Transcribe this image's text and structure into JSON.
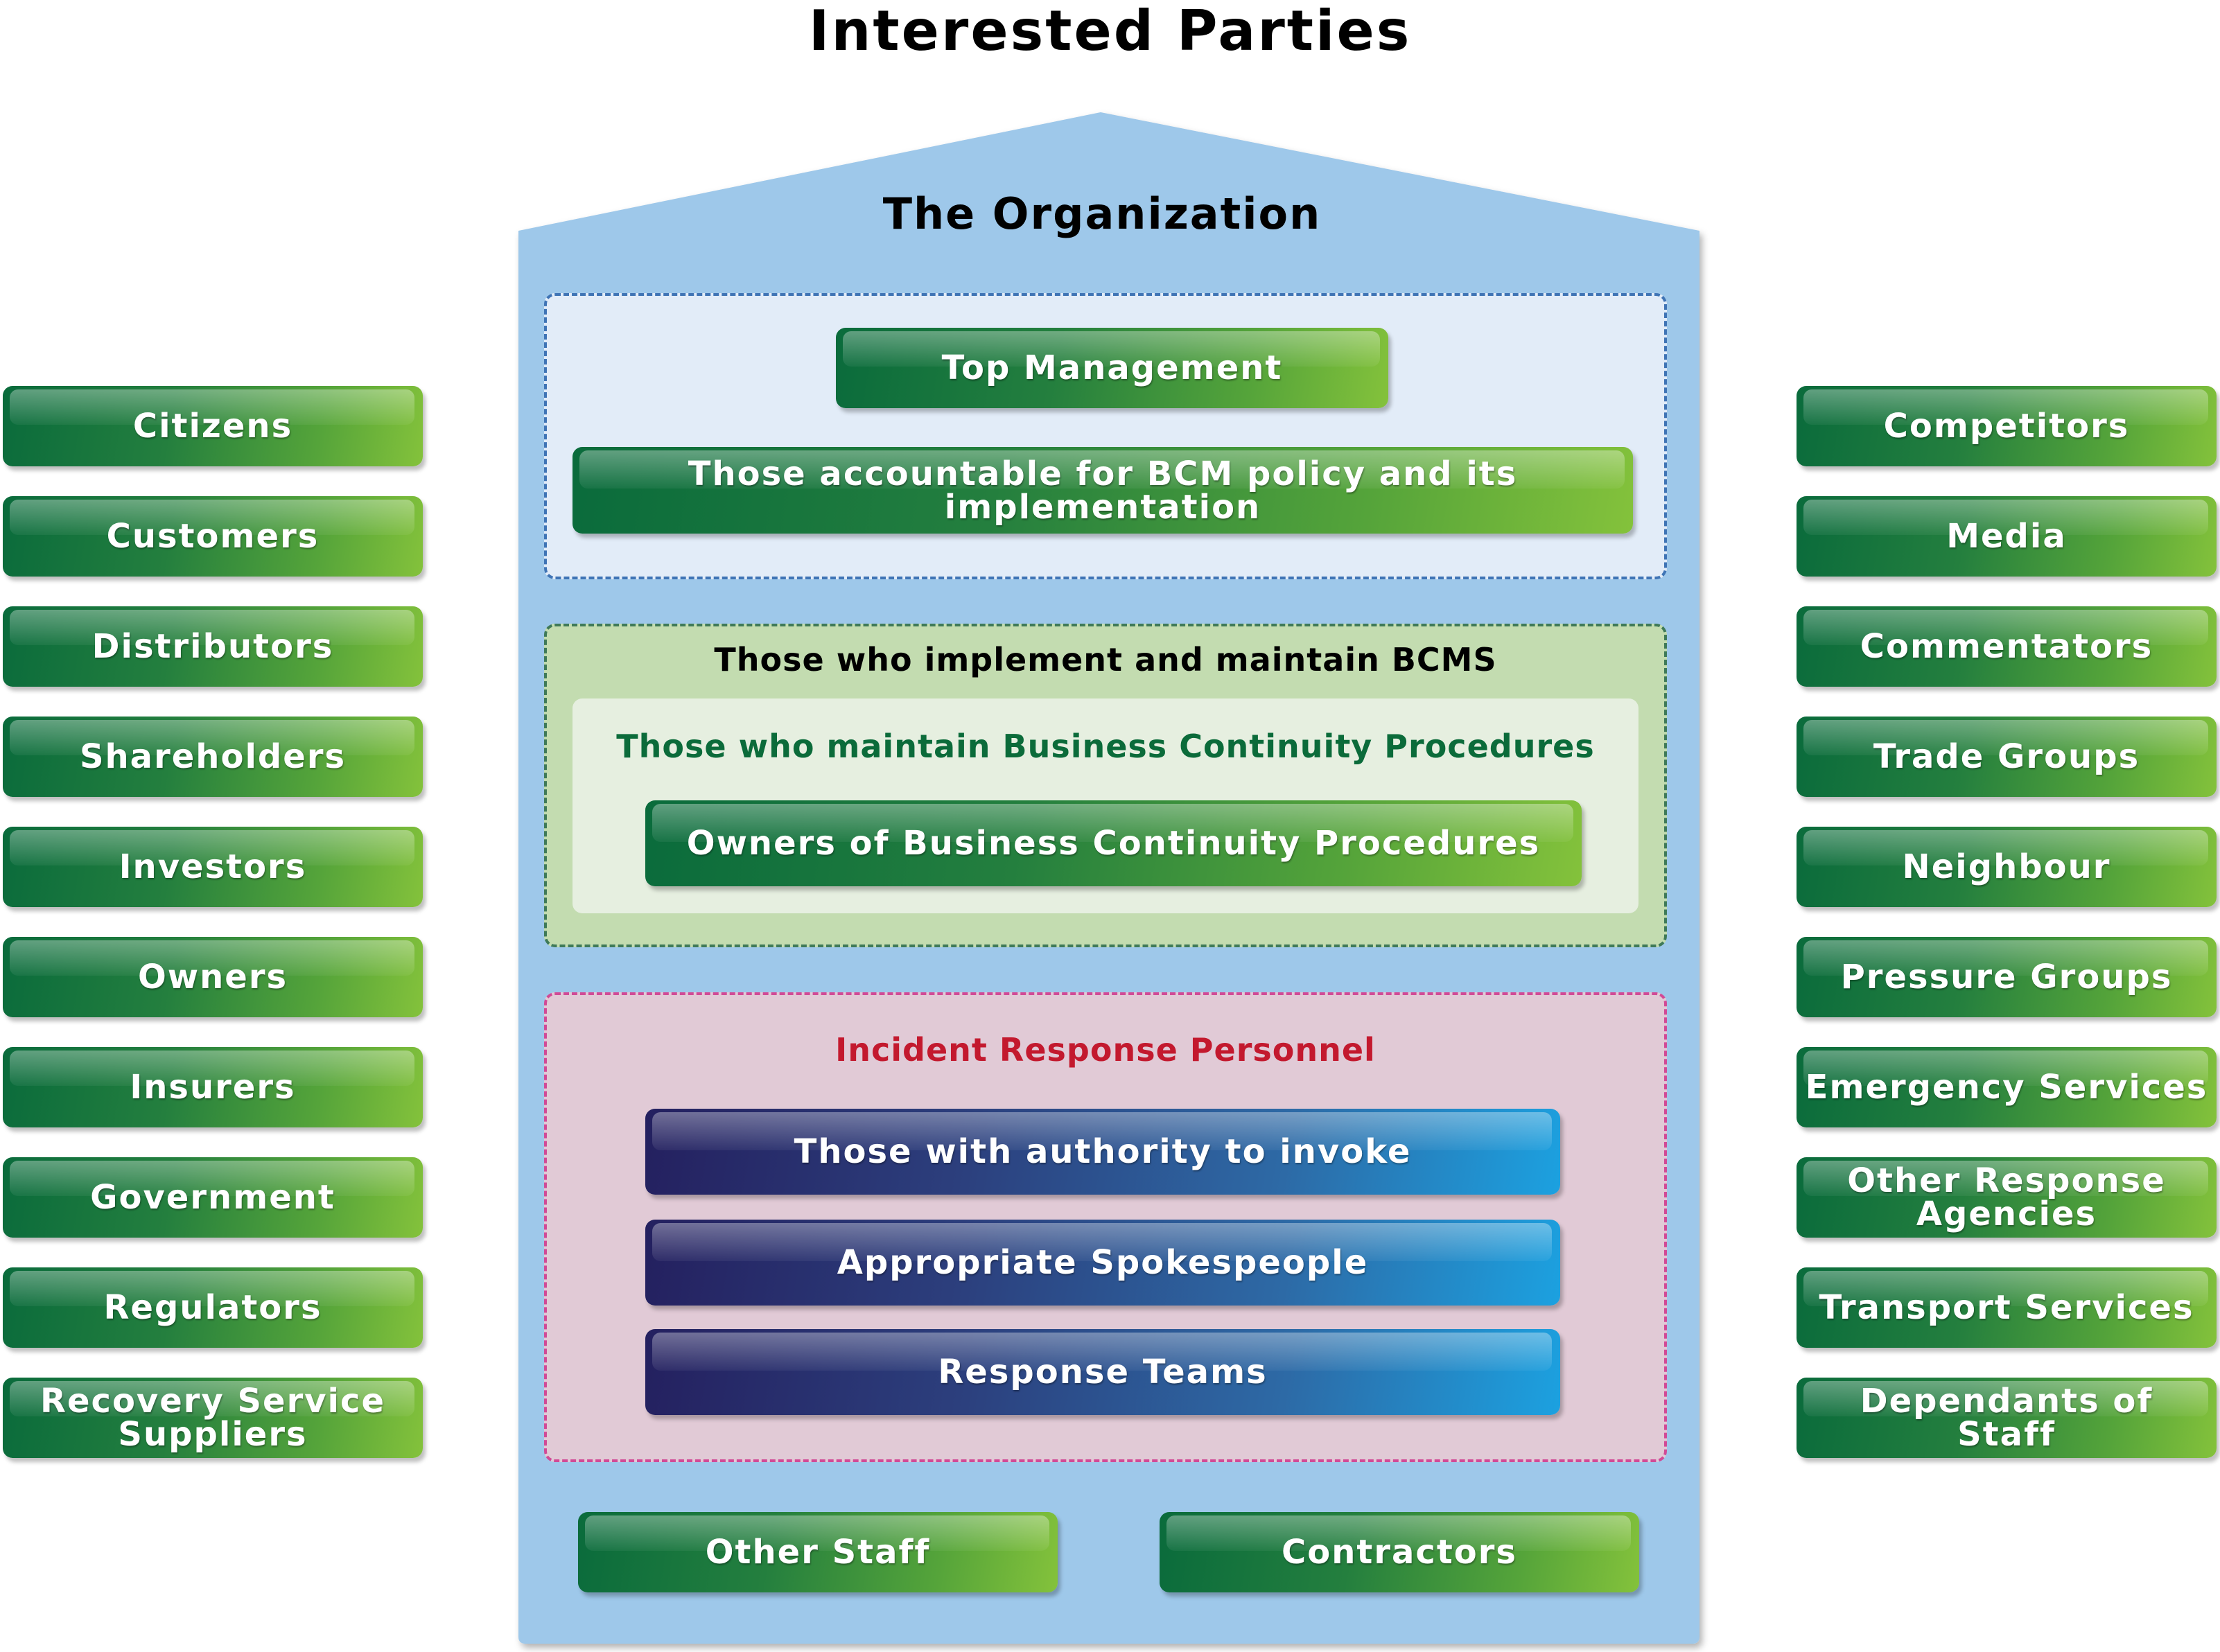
{
  "title": "Interested Parties",
  "organization": {
    "title": "The Organization",
    "top_zone": {
      "items": [
        "Top Management",
        "Those accountable for BCM policy and its implementation"
      ]
    },
    "bcms_zone": {
      "label": "Those who implement and maintain BCMS",
      "inner_label": "Those who maintain Business Continuity Procedures",
      "inner_item": "Owners of Business Continuity Procedures"
    },
    "incident_zone": {
      "label": "Incident Response Personnel",
      "items": [
        "Those with authority to invoke",
        "Appropriate Spokespeople",
        "Response Teams"
      ]
    },
    "bottom_items": [
      "Other Staff",
      "Contractors"
    ]
  },
  "left_parties": [
    "Citizens",
    "Customers",
    "Distributors",
    "Shareholders",
    "Investors",
    "Owners",
    "Insurers",
    "Government",
    "Regulators",
    "Recovery Service Suppliers"
  ],
  "right_parties": [
    "Competitors",
    "Media",
    "Commentators",
    "Trade Groups",
    "Neighbour",
    "Pressure Groups",
    "Emergency Services",
    "Other Response Agencies",
    "Transport Services",
    "Dependants of Staff"
  ],
  "colors": {
    "house": "#9ec8ea",
    "green_dark": "#0a6b3c",
    "green_light": "#84c23b",
    "blue_dark": "#24205f",
    "blue_light": "#1ca1e0",
    "incident_label": "#c3192e",
    "bcp_label": "#0b6b3a"
  }
}
